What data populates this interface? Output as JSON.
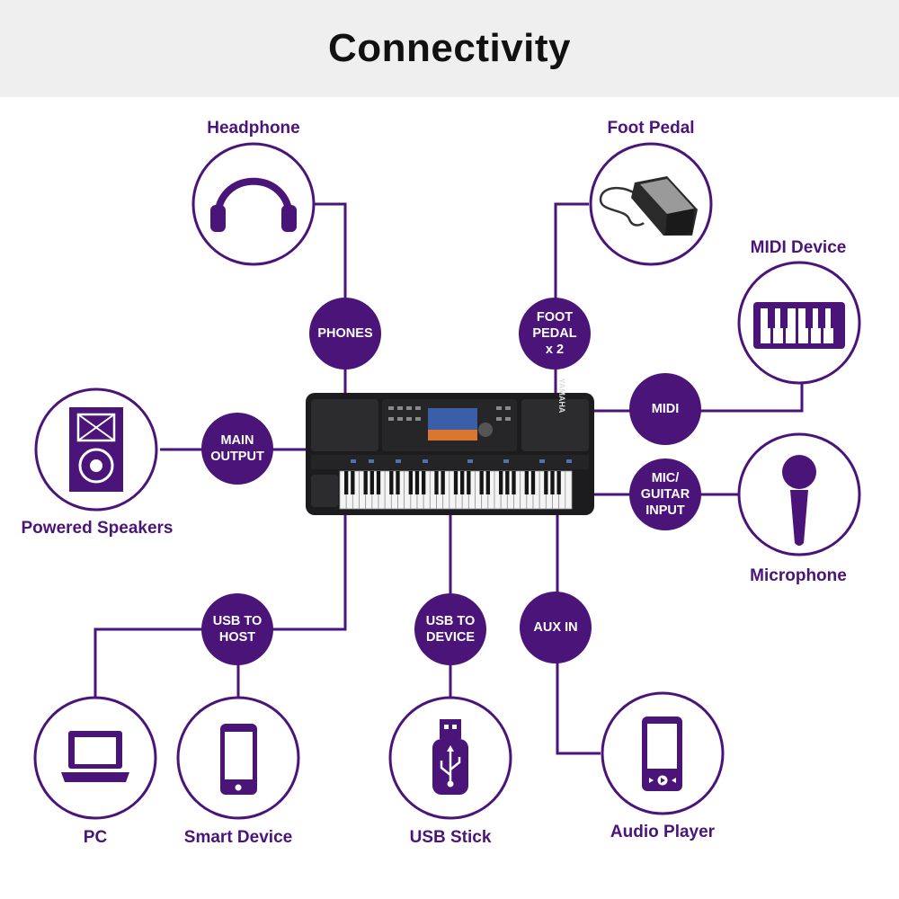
{
  "title": "Connectivity",
  "colors": {
    "purple": "#4a1479",
    "header_bg": "#efefef",
    "text_dark": "#111111"
  },
  "devices": {
    "headphone": {
      "label": "Headphone",
      "icon": "headphone-icon"
    },
    "foot_pedal": {
      "label": "Foot Pedal",
      "icon": "foot-pedal-icon"
    },
    "midi_device": {
      "label": "MIDI Device",
      "icon": "midi-keyboard-icon"
    },
    "powered_speakers": {
      "label": "Powered Speakers",
      "icon": "speaker-icon"
    },
    "microphone": {
      "label": "Microphone",
      "icon": "microphone-icon"
    },
    "pc": {
      "label": "PC",
      "icon": "laptop-icon"
    },
    "smart_device": {
      "label": "Smart Device",
      "icon": "smartphone-icon"
    },
    "usb_stick": {
      "label": "USB Stick",
      "icon": "usb-stick-icon"
    },
    "audio_player": {
      "label": "Audio Player",
      "icon": "audio-player-icon"
    }
  },
  "ports": {
    "phones": "PHONES",
    "foot_pedal": "FOOT\nPEDAL\nx 2",
    "midi": "MIDI",
    "main_output": "MAIN\nOUTPUT",
    "mic_guitar_input": "MIC/\nGUITAR\nINPUT",
    "usb_to_host": "USB TO\nHOST",
    "usb_to_device": "USB TO\nDEVICE",
    "aux_in": "AUX IN"
  },
  "keyboard": {
    "brand": "YAMAHA",
    "icon": "keyboard-icon"
  }
}
